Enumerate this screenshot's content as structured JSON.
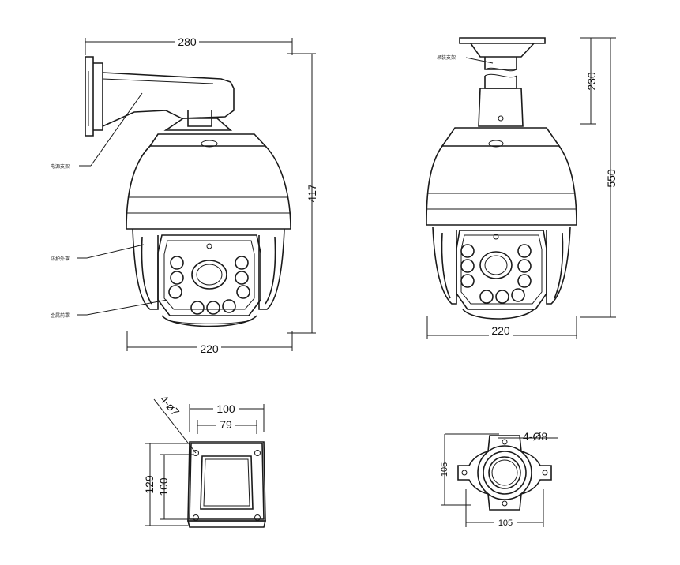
{
  "dimensions": {
    "side_width": "280",
    "side_height": "417",
    "side_base_width": "220",
    "front_bracket_height": "230",
    "front_height": "550",
    "front_base_width": "220",
    "wall_plate_width": "100",
    "wall_plate_inner_width": "79",
    "wall_plate_height": "129",
    "wall_plate_inner_height": "100",
    "wall_plate_holes": "4-ø7",
    "ceiling_holes": "4-Ø8",
    "ceiling_height": "105",
    "ceiling_width": "105"
  },
  "labels": {
    "wall_bracket": "电源支架",
    "protective_cover": "防护外罩",
    "metal_front": "金属前罩",
    "ceiling_bracket": "吊装支架"
  }
}
